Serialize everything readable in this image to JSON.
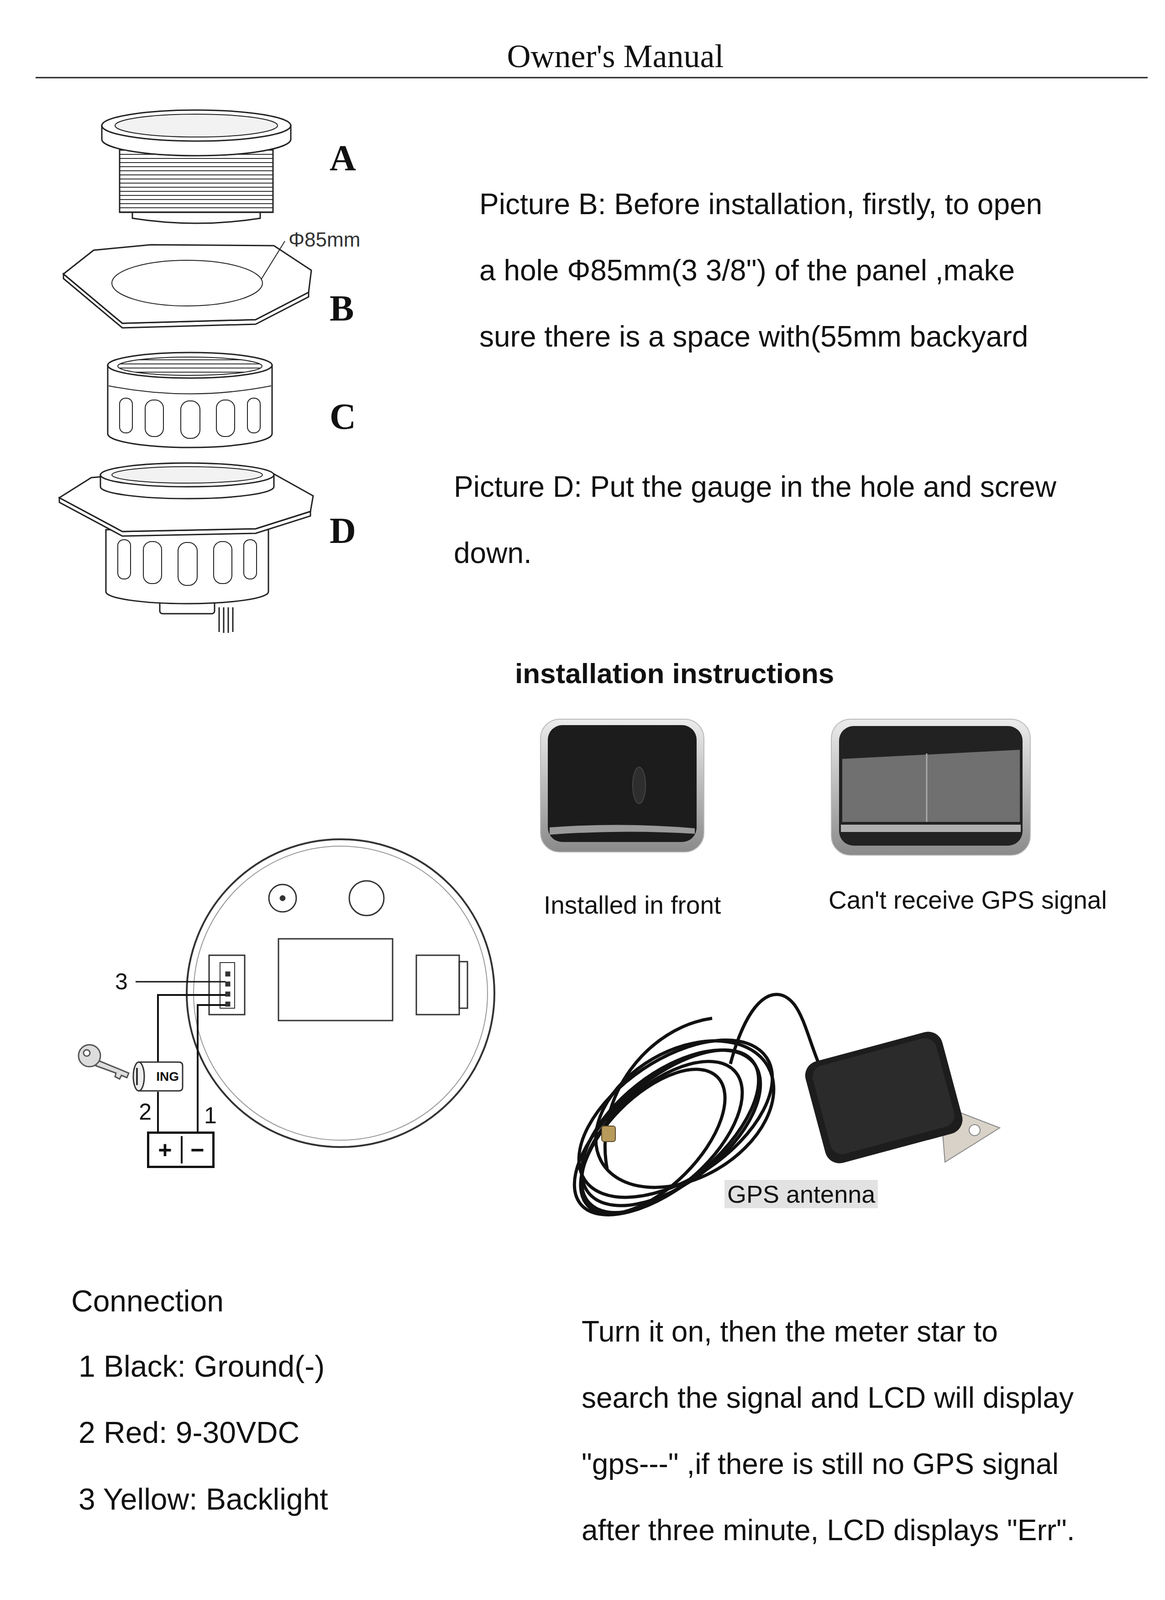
{
  "diagram": {
    "title": "Owner's Manual",
    "nodes": [
      {
        "text": [
          "ING"
        ]
      },
      {
        "text": [
          "+",
          "−"
        ]
      }
    ],
    "edges": [
      {
        "from": 1,
        "to": 0,
        "arrow": "none",
        "label": "2"
      }
    ],
    "labels": [
      "A",
      "Φ85mm",
      "B",
      "C",
      "D",
      "Picture B: Before installation, firstly, to open a hole Φ85mm(3 3/8\") of the panel ,make sure there is a space with(55mm backyard",
      "Picture D: Put the gauge in the hole and screw down.",
      "installation instructions",
      "Installed in front",
      "Can't receive GPS signal",
      "3",
      "1",
      "GPS antenna",
      "Connection",
      "1 Black: Ground(-)",
      "2 Red: 9-30VDC",
      "3 Yellow: Backlight",
      "Turn it on, then the meter star to search the signal and LCD will display \"gps---\" ,if there is still no GPS signal after three minute, LCD displays \"Err\"."
    ]
  }
}
